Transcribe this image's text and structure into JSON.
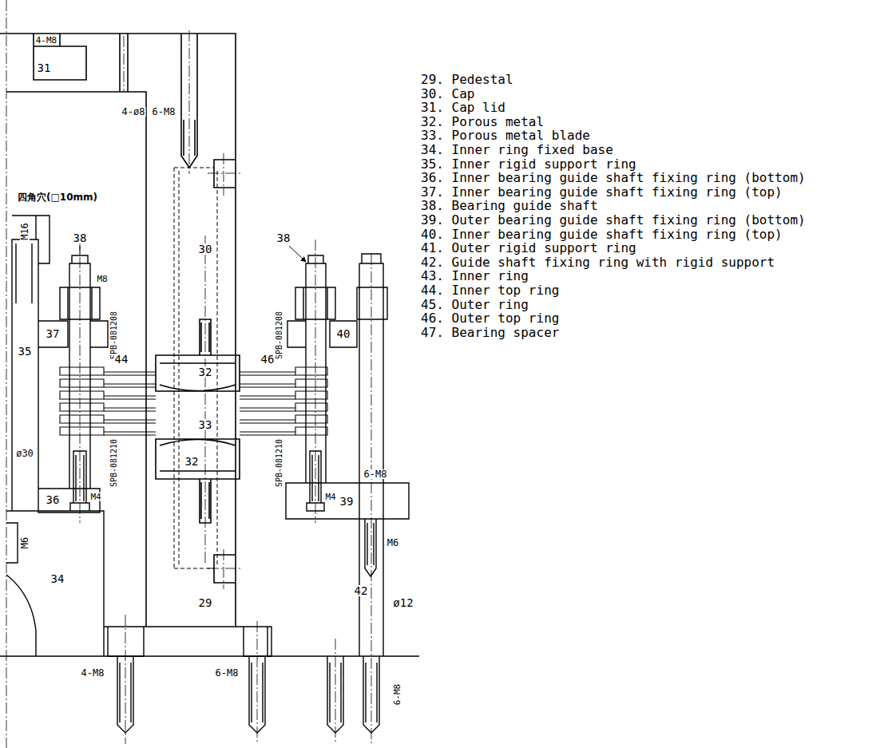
{
  "diagram": {
    "labels": [
      "4-M8",
      "31",
      "4-ø8",
      "6-M8",
      "四角穴(□10mm)",
      "M16",
      "38",
      "M8",
      "30",
      "38",
      "SPB-081208",
      "SPB-081208",
      "37",
      "40",
      "35",
      "44",
      "32",
      "46",
      "33",
      "ø30",
      "32",
      "SPB-081210",
      "SPB-081210",
      "36",
      "M4",
      "M4",
      "39",
      "6-M8",
      "M6",
      "M6",
      "34",
      "29",
      "42",
      "ø12",
      "4-M8",
      "6-M8",
      "6-M8",
      "29. Pedestal",
      "30. Cap",
      "31. Cap lid",
      "32. Porous metal",
      "33. Porous metal blade",
      "34. Inner ring fixed base",
      "35. Inner rigid support ring",
      "36. Inner bearing guide shaft fixing ring (bottom)",
      "37. Inner bearing guide shaft fixing ring (top)",
      "38. Bearing guide shaft",
      "39. Outer bearing guide shaft fixing ring (bottom)",
      "40. Inner bearing guide shaft fixing ring (top)",
      "41. Outer rigid support ring",
      "42. Guide shaft fixing ring with rigid support",
      "43. Inner ring",
      "44. Inner top ring",
      "45. Outer ring",
      "46. Outer top ring",
      "47. Bearing spacer"
    ]
  }
}
